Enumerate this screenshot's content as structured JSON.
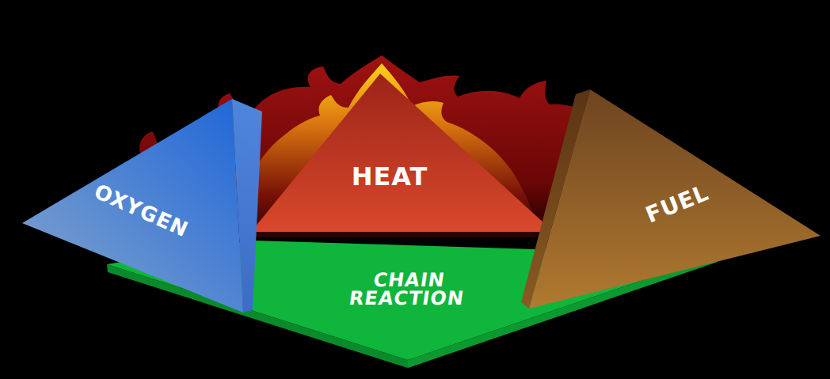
{
  "diagram": {
    "nodes": [
      {
        "text": [
          "OXYGEN"
        ]
      },
      {
        "text": [
          "HEAT"
        ]
      },
      {
        "text": [
          "FUEL"
        ]
      },
      {
        "text": [
          "CHAIN REACTION"
        ]
      }
    ]
  }
}
